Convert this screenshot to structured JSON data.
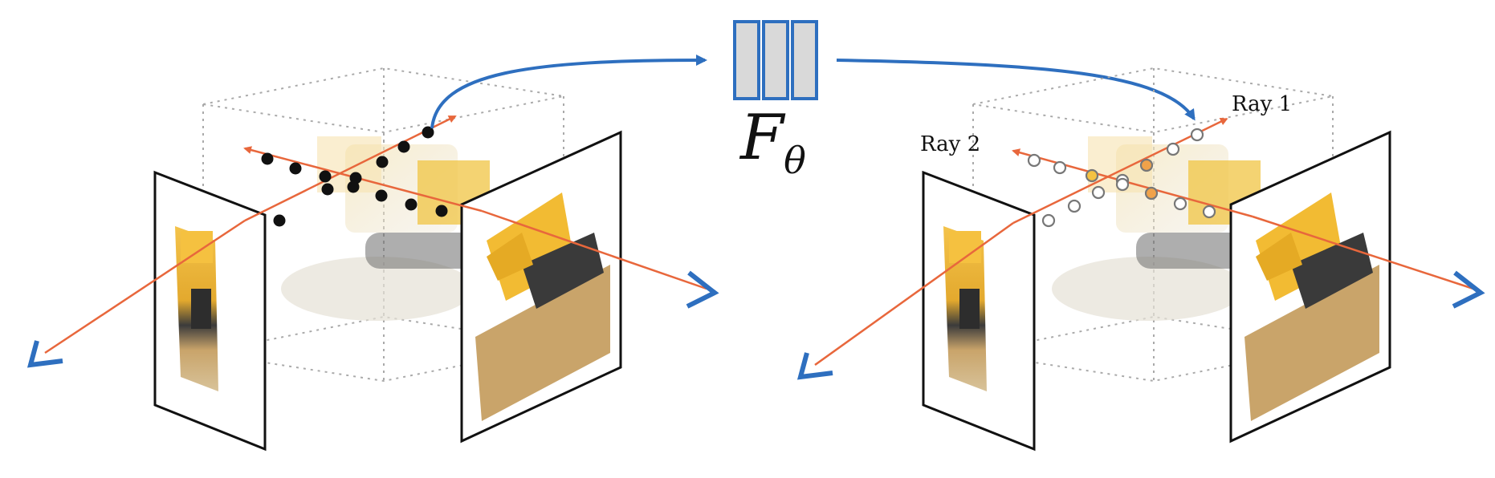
{
  "network": {
    "symbol_main": "F",
    "symbol_subscript": "θ"
  },
  "right_scene": {
    "ray1_label": "Ray 1",
    "ray2_label": "Ray 2"
  },
  "colors": {
    "ray": "#e8673c",
    "camera": "#2e6fbf",
    "flow_arrow": "#2e6fbf",
    "network_fill": "#d9d9d9",
    "network_stroke": "#2e6fbf",
    "sample_point": "#111111",
    "sample_open": "#888888",
    "sample_yellow": "#f5c243",
    "sample_orange": "#f0a24a"
  },
  "icons": {
    "camera": "camera-frustum-icon",
    "bulldozer": "lego-bulldozer-image"
  }
}
